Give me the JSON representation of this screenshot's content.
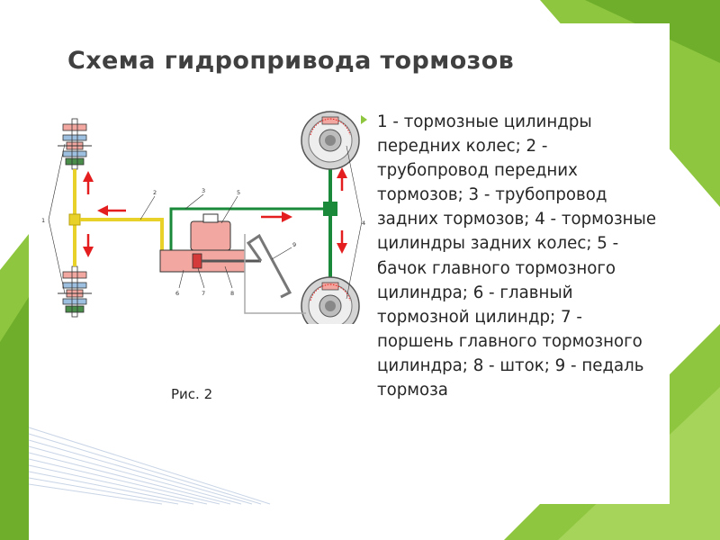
{
  "slide": {
    "title": "Схема гидропривода тормозов",
    "legend_text": "1 - тормозные цилиндры передних колес; 2 - трубопровод передних тормозов; 3 - трубопровод задних тормозов; 4 - тормозные цилиндры задних колес; 5 - бачок главного тормозного цилиндра; 6 - главный тормозной цилиндр; 7 - поршень главного тормозного цилиндра; 8 - шток; 9 - педаль тормоза",
    "caption": "Рис. 2"
  },
  "diagram": {
    "labels": {
      "n1": "1",
      "n2": "2",
      "n3": "3",
      "n4": "4",
      "n5": "5",
      "n6": "6",
      "n7": "7",
      "n8": "8",
      "n9": "9"
    }
  },
  "colors": {
    "accent_green": "#8ec63f",
    "front_line_yellow": "#e8d22a",
    "rear_line_green": "#1a8a3a",
    "arrow_red": "#e41e1e",
    "cylinder_pink": "#f2a8a0"
  }
}
